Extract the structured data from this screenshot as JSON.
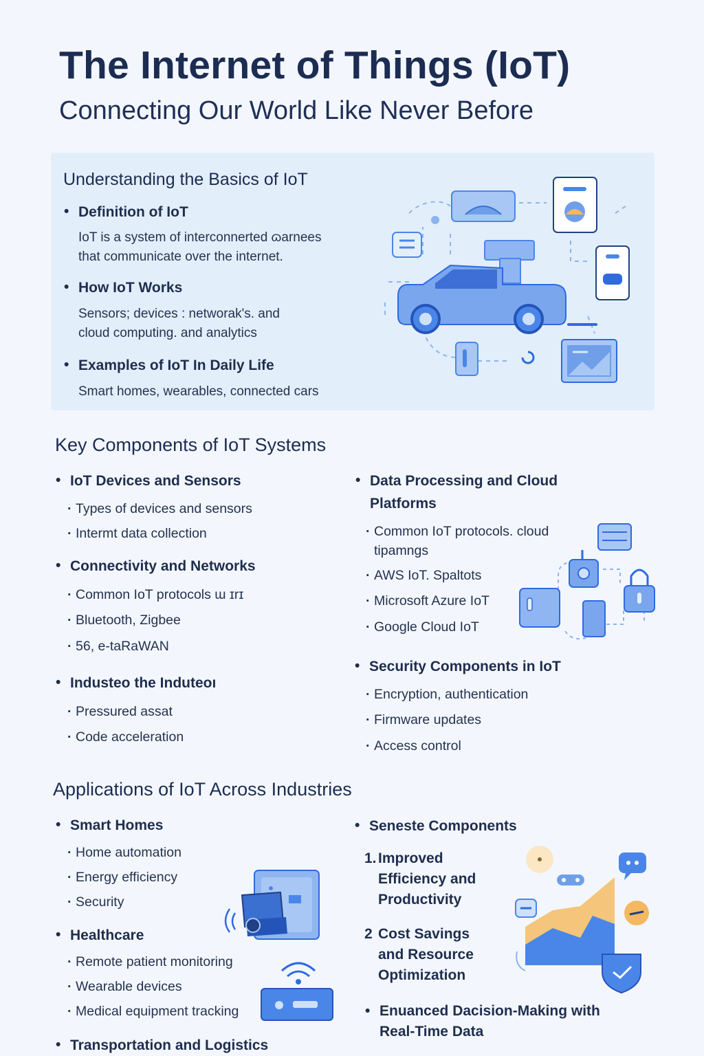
{
  "header": {
    "title": "The Internet of Things (IoT)",
    "subtitle": "Connecting Our World Like Never Before"
  },
  "basics": {
    "heading": "Understanding the Basics of IoT",
    "items": [
      {
        "title": "Definition of IoT",
        "lines": [
          "IoT is a system of interconnerted ɷarnees",
          "that communicate over the internet."
        ]
      },
      {
        "title": "How IoT Works",
        "lines": [
          "Sensors; devices : networak's. and",
          "cloud computing. and analytics"
        ]
      },
      {
        "title": "Examples of IoT In Daily Life",
        "lines": [
          "Smart homes, wearables, connected cars"
        ]
      }
    ]
  },
  "components": {
    "heading": "Key Components of IoT Systems",
    "left": [
      {
        "title": "IoT Devices and Sensors",
        "subs": [
          "Types of devices and sensors",
          "Intermt data collection"
        ]
      },
      {
        "title": "Connectivity and Networks",
        "subs": [
          "Common IoT protocols ɯ ɪrɪ",
          "Bluetooth, Zigbee",
          "56, e-taRaWAN"
        ]
      },
      {
        "title": "Industeo the Induteoı",
        "subs": [
          "Pressured assat",
          "Code acceleration"
        ]
      }
    ],
    "right": [
      {
        "title_lines": [
          "Data Processing and Cloud",
          "Platforms"
        ],
        "subs": [
          "Common IoT protocols. cloud",
          "tipamngs",
          "AWS IoT. Spaltots",
          "Microsoft Azure IoT",
          "Google Cloud IoT"
        ]
      },
      {
        "title": "Security Components in IoT",
        "subs": [
          "Encryption, authentication",
          "Firmware updates",
          "Access control"
        ]
      }
    ]
  },
  "applications": {
    "heading": "Applications of IoT Across Industries",
    "left": [
      {
        "title": "Smart Homes",
        "subs": [
          "Home automation",
          "Energy efficiency",
          "Security"
        ]
      },
      {
        "title": "Healthcare",
        "subs": [
          "Remote patient monitoring",
          "Wearable devices",
          "Medical equipment tracking"
        ]
      },
      {
        "title": "Transportation and Logistics"
      }
    ],
    "right": {
      "title": "Seneste Components",
      "numbered": [
        {
          "index": "1.",
          "lines": [
            "Improved",
            "Efficiency and",
            "Productivity"
          ]
        },
        {
          "index": "2",
          "lines": [
            "Cost Savings",
            "and Resource",
            "Optimization"
          ]
        }
      ],
      "final_lines": [
        "Enuanced Dacision-Making with",
        "Real-Time Data"
      ]
    }
  },
  "colors": {
    "background": "#f3f7fd",
    "panel": "#e3eefb",
    "title": "#1c2c52",
    "accent_blue": "#4a86e8",
    "light_blue": "#a9c8f5",
    "orange": "#f4b860"
  }
}
